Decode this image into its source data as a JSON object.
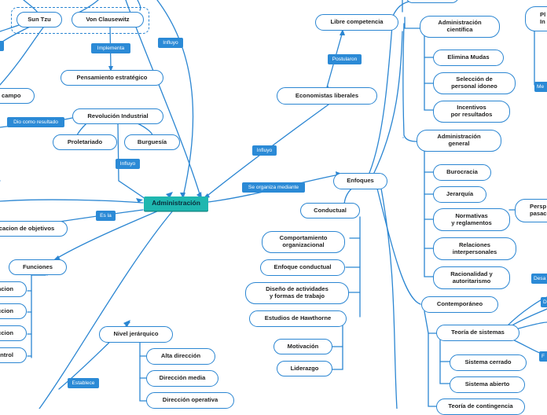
{
  "root": "Administración",
  "nodes": {
    "sun_tzu": "Sun Tzu",
    "von_clausewitz": "Von Clausewitz",
    "pensamiento_estrategico": "Pensamiento estratégico",
    "campo": "campo",
    "revolucion_industrial": "Revolución Industrial",
    "proletariado": "Proletariado",
    "burguesia": "Burguesía",
    "libre_competencia": "Libre competencia",
    "economistas_liberales": "Economistas liberales",
    "enfoques": "Enfoques",
    "conductual": "Conductual",
    "comportamiento_organizacional": "Comportamiento\norganizacional",
    "enfoque_conductual": "Enfoque conductual",
    "diseno_actividades": "Diseño de actividades\ny formas de trabajo",
    "estudios_hawthorne": "Estudios de Hawthorne",
    "motivacion": "Motivación",
    "liderazgo": "Liderazgo",
    "administracion_cientifica": "Administración\ncientífica",
    "elimina_mudas": "Elimina Mudas",
    "seleccion_personal": "Selección de\npersonal idoneo",
    "incentivos": "Incentivos\npor resultados",
    "administracion_general": "Administración\ngeneral",
    "burocracia": "Burocracia",
    "jerarquia": "Jerarquía",
    "normativas": "Normativas\ny reglamentos",
    "relaciones": "Relaciones\ninterpersonales",
    "racionalidad": "Racionalidad y\nautoritarismo",
    "contemporaneo": "Contemporáneo",
    "teoria_sistemas": "Teoría de sistemas",
    "sistema_cerrado": "Sistema cerrado",
    "sistema_abierto": "Sistema abierto",
    "teoria_contingencia": "Teoría de contingencia",
    "persp": "Persp\npasac",
    "pl_in": "Pl\nIn",
    "consecucion_objetivos": "cacion de objetivos",
    "funciones": "Funciones",
    "f1": "acion",
    "f2": "ccion",
    "f3": "ccion",
    "f4": "ntrol",
    "nivel_jerarquico": "Nivel jerárquico",
    "alta_direccion": "Alta dirección",
    "direccion_media": "Dirección media",
    "direccion_operativa": "Dirección operativa"
  },
  "labels": {
    "implementa": "Implementa",
    "influyo_top": "Influyo",
    "dio_resultado": "Dio como resultado",
    "influyo_rev": "Influyo",
    "postularon": "Postularon",
    "influyo_econ": "Influyo",
    "se_organiza": "Se organiza mediante",
    "es_la": "Es la",
    "establece": "Establece",
    "me": "Me",
    "desa": "Desa",
    "d": "D",
    "f": "F"
  },
  "colors": {
    "line": "#2b86d2",
    "root_fill": "#1fb7b0",
    "label_fill": "#2b8ad6"
  }
}
